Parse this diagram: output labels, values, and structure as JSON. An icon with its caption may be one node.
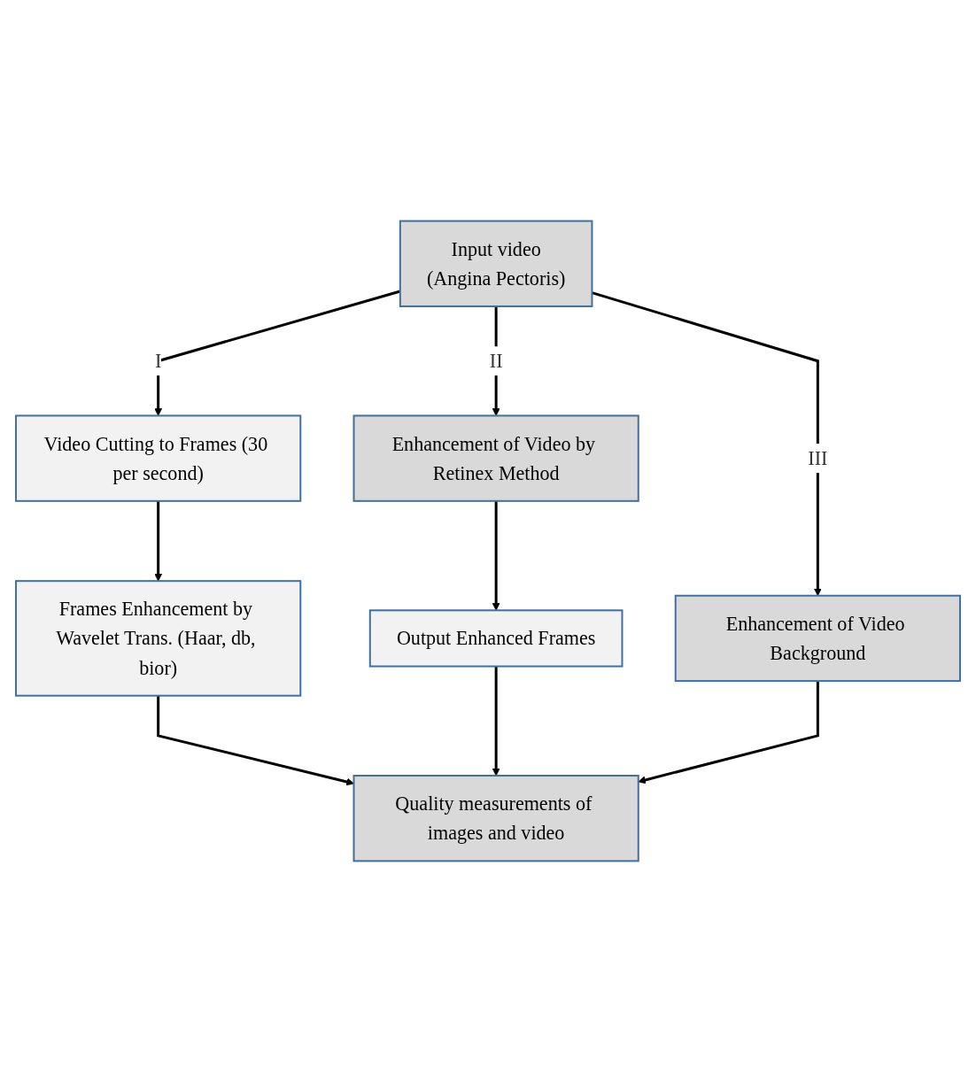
{
  "diagram": {
    "nodes": [
      {
        "text": [
          "Input video",
          "(Angina Pectoris)"
        ]
      },
      {
        "text": [
          "Video Cutting to Frames (30 per second)"
        ]
      },
      {
        "text": [
          "Enhancement of Video by Retinex Method"
        ]
      },
      {
        "text": [
          "Enhancement of Video Background"
        ]
      },
      {
        "text": [
          "Frames Enhancement by Wavelet Trans. (Haar, db, bior)"
        ]
      },
      {
        "text": [
          "Output Enhanced Frames"
        ]
      },
      {
        "text": [
          "Quality measurements of images and video"
        ]
      }
    ],
    "edges": [
      {
        "from": 0,
        "to": 1,
        "arrow": "to",
        "label": "I"
      },
      {
        "from": 0,
        "to": 2,
        "arrow": "to",
        "label": "II"
      },
      {
        "from": 0,
        "to": 3,
        "arrow": "to",
        "label": "III"
      },
      {
        "from": 1,
        "to": 4,
        "arrow": "to"
      },
      {
        "from": 2,
        "to": 5,
        "arrow": "to"
      },
      {
        "from": 4,
        "to": 6,
        "arrow": "to"
      },
      {
        "from": 5,
        "to": 6,
        "arrow": "to"
      },
      {
        "from": 3,
        "to": 6,
        "arrow": "to"
      }
    ]
  }
}
